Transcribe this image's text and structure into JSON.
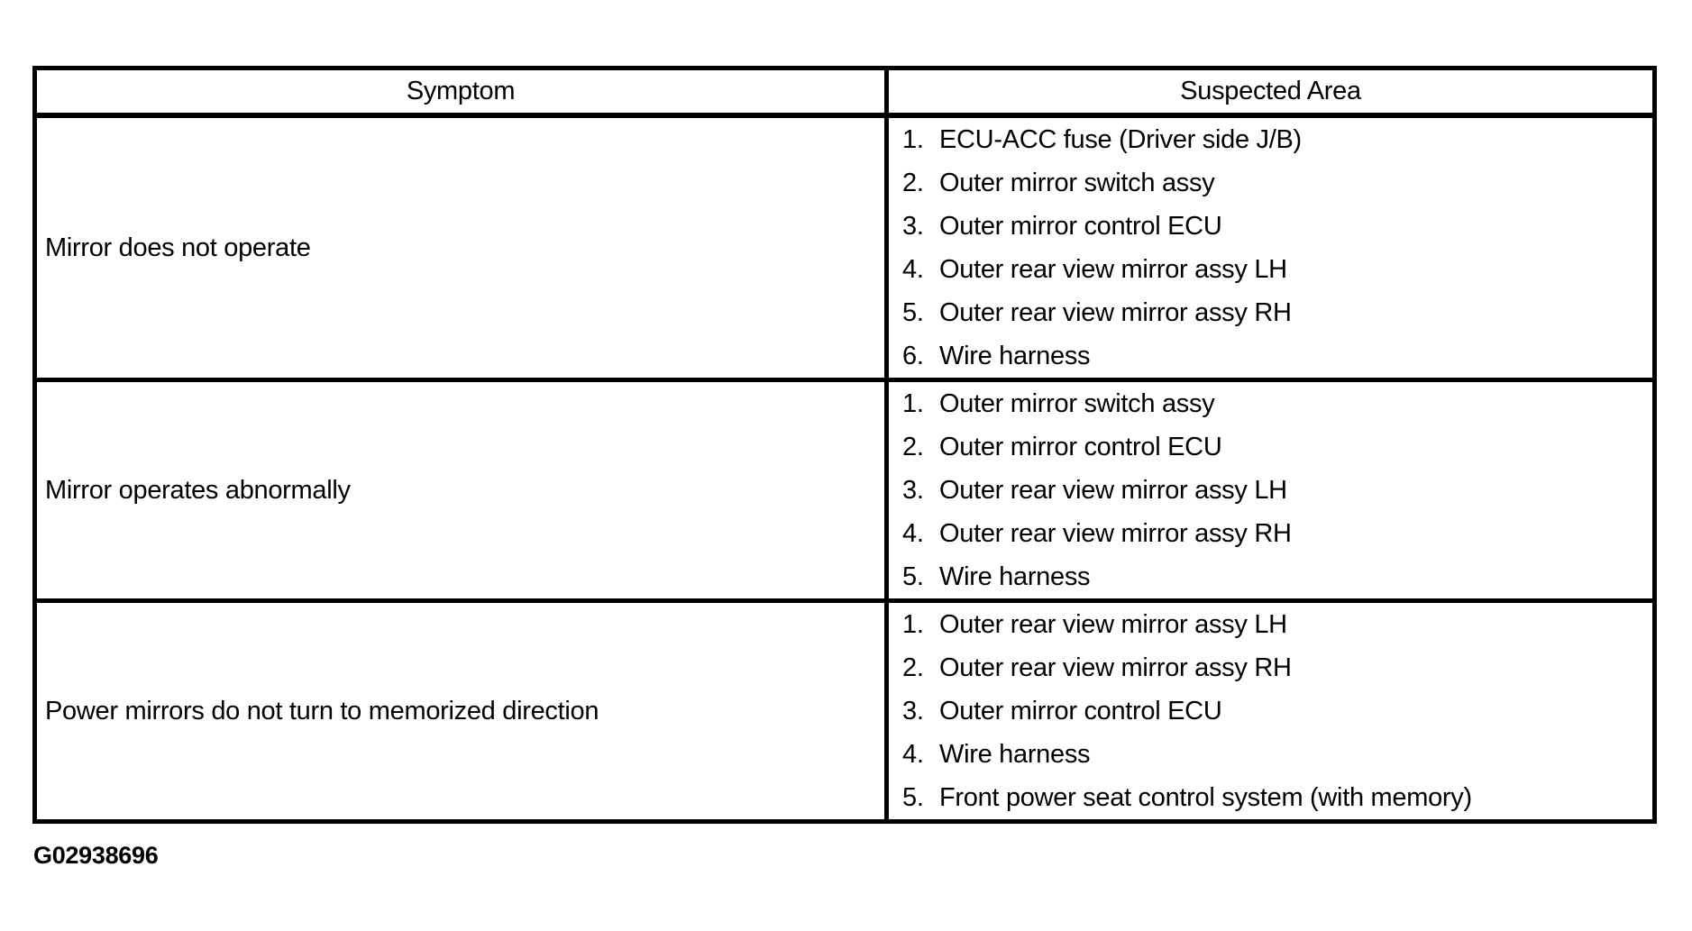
{
  "table": {
    "headers": {
      "symptom": "Symptom",
      "suspected_area": "Suspected Area"
    },
    "rows": [
      {
        "symptom": "Mirror does not operate",
        "suspected": [
          {
            "num": "1.",
            "text": "ECU-ACC fuse (Driver side J/B)"
          },
          {
            "num": "2.",
            "text": "Outer mirror switch assy"
          },
          {
            "num": "3.",
            "text": "Outer mirror control ECU"
          },
          {
            "num": "4.",
            "text": "Outer rear view mirror assy LH"
          },
          {
            "num": "5.",
            "text": "Outer rear view mirror assy RH"
          },
          {
            "num": "6.",
            "text": "Wire harness"
          }
        ]
      },
      {
        "symptom": "Mirror operates abnormally",
        "suspected": [
          {
            "num": "1.",
            "text": "Outer mirror switch assy"
          },
          {
            "num": "2.",
            "text": "Outer mirror control ECU"
          },
          {
            "num": "3.",
            "text": "Outer rear view mirror assy LH"
          },
          {
            "num": "4.",
            "text": "Outer rear view mirror assy RH"
          },
          {
            "num": "5.",
            "text": "Wire harness"
          }
        ]
      },
      {
        "symptom": "Power mirrors do not turn to memorized direction",
        "suspected": [
          {
            "num": "1.",
            "text": "Outer rear view mirror assy LH"
          },
          {
            "num": "2.",
            "text": "Outer rear view mirror assy RH"
          },
          {
            "num": "3.",
            "text": "Outer mirror control ECU"
          },
          {
            "num": "4.",
            "text": "Wire harness"
          },
          {
            "num": "5.",
            "text": "Front power seat control system (with memory)"
          }
        ]
      }
    ]
  },
  "footer": {
    "figure_id": "G02938696"
  },
  "colors": {
    "ink": "#000000",
    "paper": "#ffffff"
  }
}
